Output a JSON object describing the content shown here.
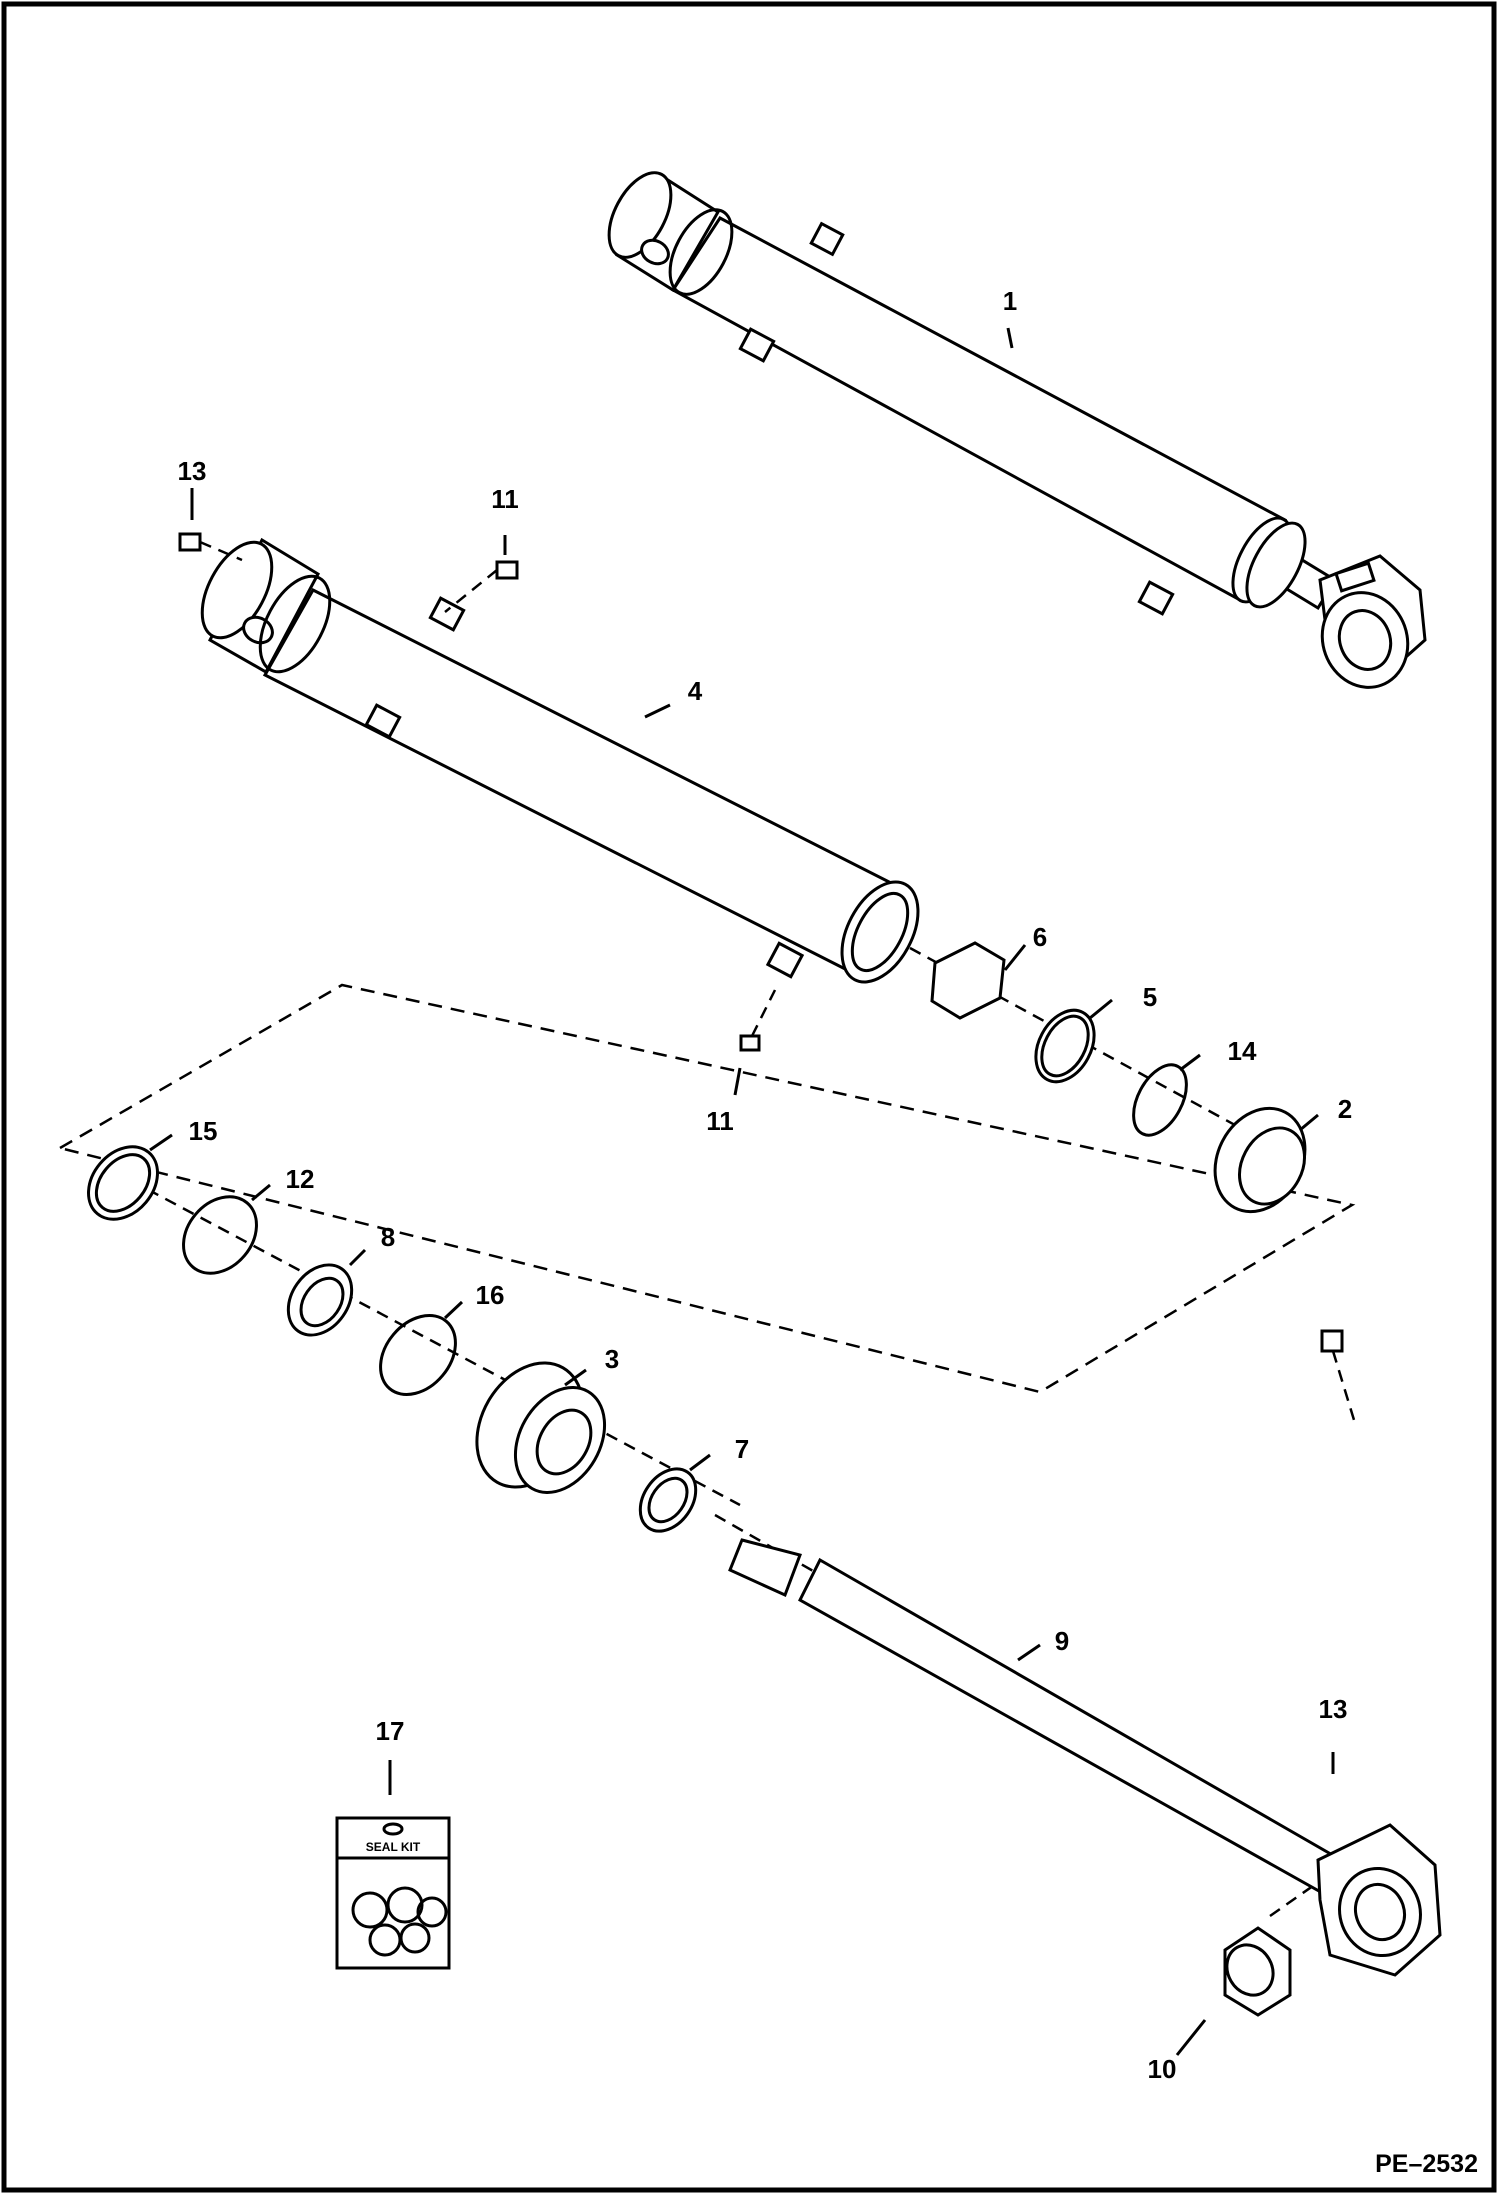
{
  "figure": {
    "reference": "PE–2532",
    "seal_kit_label": "SEAL KIT"
  },
  "callouts": [
    {
      "id": "c1",
      "label": "1"
    },
    {
      "id": "c13a",
      "label": "13"
    },
    {
      "id": "c11a",
      "label": "11"
    },
    {
      "id": "c4",
      "label": "4"
    },
    {
      "id": "c6",
      "label": "6"
    },
    {
      "id": "c5",
      "label": "5"
    },
    {
      "id": "c14",
      "label": "14"
    },
    {
      "id": "c2",
      "label": "2"
    },
    {
      "id": "c11b",
      "label": "11"
    },
    {
      "id": "c15",
      "label": "15"
    },
    {
      "id": "c12",
      "label": "12"
    },
    {
      "id": "c8",
      "label": "8"
    },
    {
      "id": "c16",
      "label": "16"
    },
    {
      "id": "c3",
      "label": "3"
    },
    {
      "id": "c7",
      "label": "7"
    },
    {
      "id": "c9",
      "label": "9"
    },
    {
      "id": "c17",
      "label": "17"
    },
    {
      "id": "c13b",
      "label": "13"
    },
    {
      "id": "c10",
      "label": "10"
    }
  ]
}
